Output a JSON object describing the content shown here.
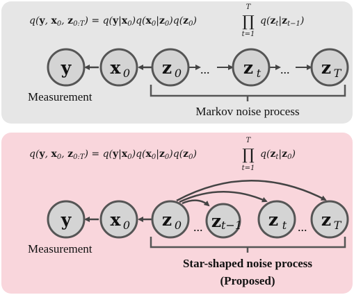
{
  "colors": {
    "top_panel": "#e6e6e6",
    "bottom_panel": "#f9d6dc",
    "node_fill": "#d4d4d4",
    "node_stroke": "#555555",
    "arrow": "#444444"
  },
  "top_panel": {
    "equation_lhs": "q(y, x",
    "equation_full": "q(y, x0, z0:T) = q(y|x0) q(x0|z0) q(z0) ∏ q(zt|zt−1)",
    "product_top": "T",
    "product_bottom": "t=1",
    "nodes": [
      {
        "label": "y",
        "sub": ""
      },
      {
        "label": "x",
        "sub": "0"
      },
      {
        "label": "z",
        "sub": "0"
      },
      {
        "label": "z",
        "sub": "t"
      },
      {
        "label": "z",
        "sub": "T"
      }
    ],
    "dots": "...",
    "measurement_label": "Measurement",
    "process_label": "Markov noise process"
  },
  "bottom_panel": {
    "equation_full": "q(y, x0, z0:T) = q(y|x0) q(x0|z0) q(z0) ∏ q(zt|z0)",
    "product_top": "T",
    "product_bottom": "t=1",
    "nodes": [
      {
        "label": "y",
        "sub": ""
      },
      {
        "label": "x",
        "sub": "0"
      },
      {
        "label": "z",
        "sub": "0"
      },
      {
        "label": "z",
        "sub": "t−1"
      },
      {
        "label": "z",
        "sub": "t"
      },
      {
        "label": "z",
        "sub": "T"
      }
    ],
    "dots": "...",
    "measurement_label": "Measurement",
    "process_label_line1": "Star-shaped noise process",
    "process_label_line2": "(Proposed)"
  }
}
